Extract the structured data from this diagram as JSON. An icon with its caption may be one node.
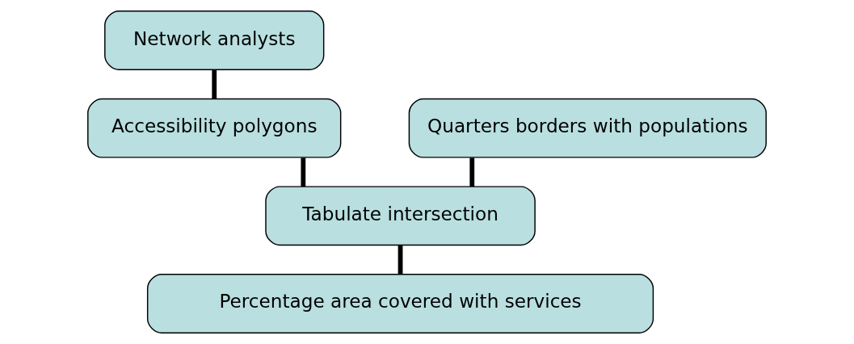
{
  "diagram": {
    "nodes": [
      {
        "text": [
          "Network analysts"
        ]
      },
      {
        "text": [
          "Accessibility polygons"
        ]
      },
      {
        "text": [
          "Quarters borders with populations"
        ]
      },
      {
        "text": [
          "Tabulate intersection"
        ]
      },
      {
        "text": [
          "Percentage area covered with services"
        ]
      }
    ],
    "edges": [
      {
        "from": 0,
        "to": 1,
        "arrow": "none"
      },
      {
        "from": 1,
        "to": 3,
        "arrow": "none"
      },
      {
        "from": 2,
        "to": 3,
        "arrow": "none"
      },
      {
        "from": 3,
        "to": 4,
        "arrow": "none"
      }
    ]
  }
}
